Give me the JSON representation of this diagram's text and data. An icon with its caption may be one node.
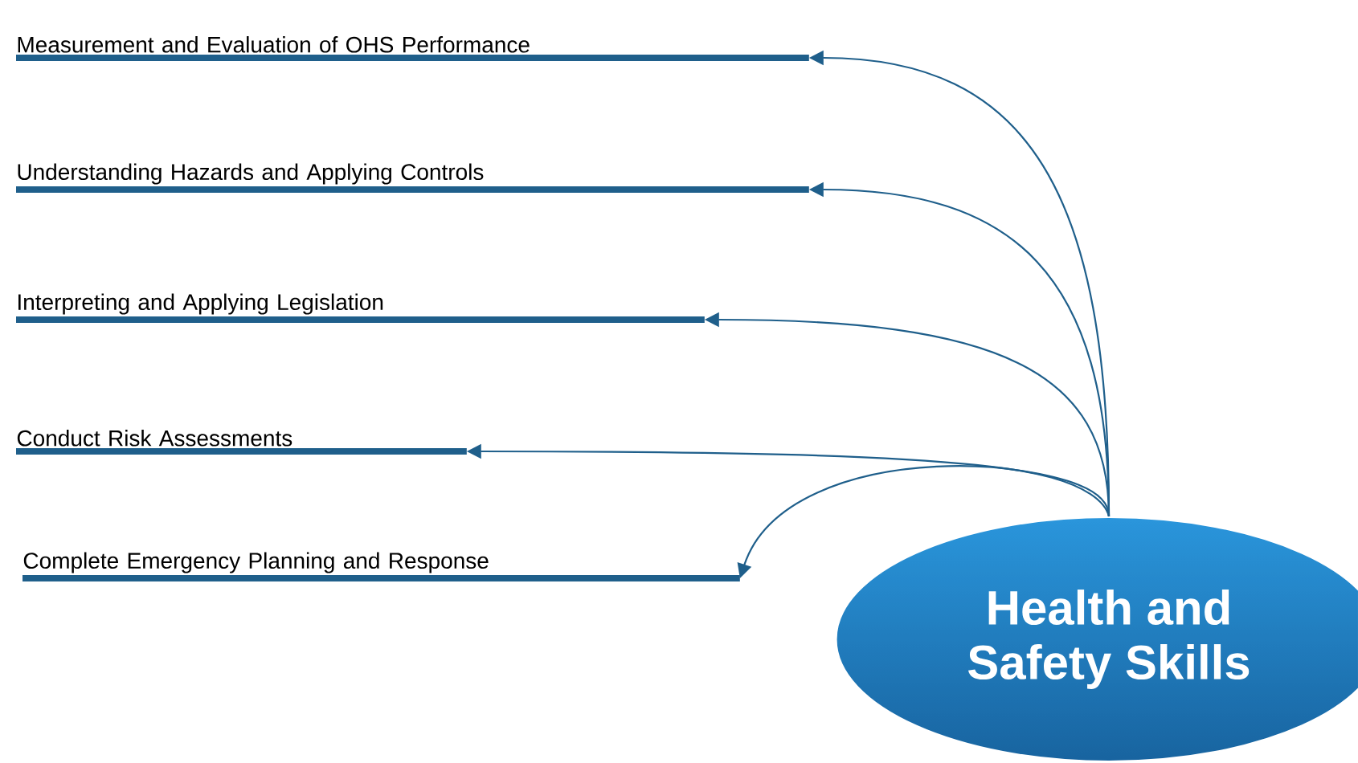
{
  "diagram": {
    "nodes": [
      {
        "text": [
          "Health and Safety Skills"
        ]
      },
      {
        "text": [
          "Measurement and Evaluation of OHS Performance"
        ]
      },
      {
        "text": [
          "Understanding Hazards and Applying Controls"
        ]
      },
      {
        "text": [
          "Interpreting and Applying Legislation"
        ]
      },
      {
        "text": [
          "Conduct Risk Assessments"
        ]
      },
      {
        "text": [
          "Complete Emergency Planning and Response"
        ]
      }
    ],
    "edges": [
      {
        "from": 0,
        "to": 1,
        "arrow": "to"
      },
      {
        "from": 0,
        "to": 2,
        "arrow": "to"
      },
      {
        "from": 0,
        "to": 3,
        "arrow": "to"
      },
      {
        "from": 0,
        "to": 4,
        "arrow": "to"
      },
      {
        "from": 0,
        "to": 5,
        "arrow": "to"
      }
    ]
  }
}
